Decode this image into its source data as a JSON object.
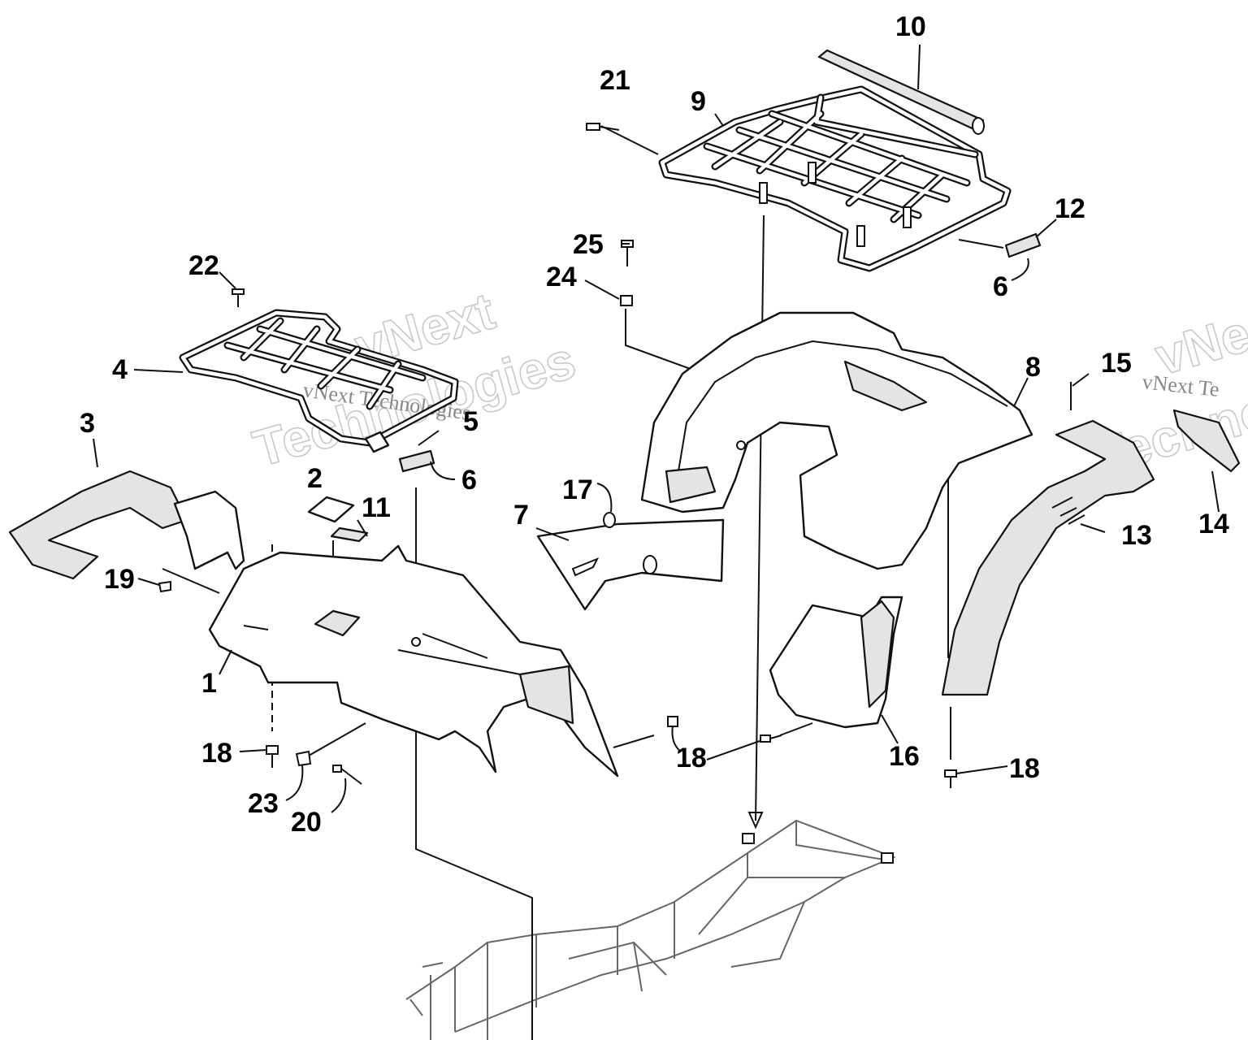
{
  "watermark": {
    "line1": "vNext",
    "line2": "Technologies",
    "small": "vNext Technologies",
    "right_small": "vNext Te",
    "right_big1": "vNe",
    "right_big2": "Techno"
  },
  "callouts": [
    {
      "id": "c1",
      "text": "1"
    },
    {
      "id": "c2",
      "text": "2"
    },
    {
      "id": "c3",
      "text": "3"
    },
    {
      "id": "c4",
      "text": "4"
    },
    {
      "id": "c5",
      "text": "5"
    },
    {
      "id": "c6a",
      "text": "6"
    },
    {
      "id": "c6b",
      "text": "6"
    },
    {
      "id": "c7",
      "text": "7"
    },
    {
      "id": "c8",
      "text": "8"
    },
    {
      "id": "c9",
      "text": "9"
    },
    {
      "id": "c10",
      "text": "10"
    },
    {
      "id": "c11",
      "text": "11"
    },
    {
      "id": "c12",
      "text": "12"
    },
    {
      "id": "c13",
      "text": "13"
    },
    {
      "id": "c14",
      "text": "14"
    },
    {
      "id": "c15",
      "text": "15"
    },
    {
      "id": "c16",
      "text": "16"
    },
    {
      "id": "c17",
      "text": "17"
    },
    {
      "id": "c18a",
      "text": "18"
    },
    {
      "id": "c18b",
      "text": "18"
    },
    {
      "id": "c18c",
      "text": "18"
    },
    {
      "id": "c19",
      "text": "19"
    },
    {
      "id": "c20",
      "text": "20"
    },
    {
      "id": "c21",
      "text": "21"
    },
    {
      "id": "c22",
      "text": "22"
    },
    {
      "id": "c23",
      "text": "23"
    },
    {
      "id": "c24",
      "text": "24"
    },
    {
      "id": "c25",
      "text": "25"
    }
  ]
}
